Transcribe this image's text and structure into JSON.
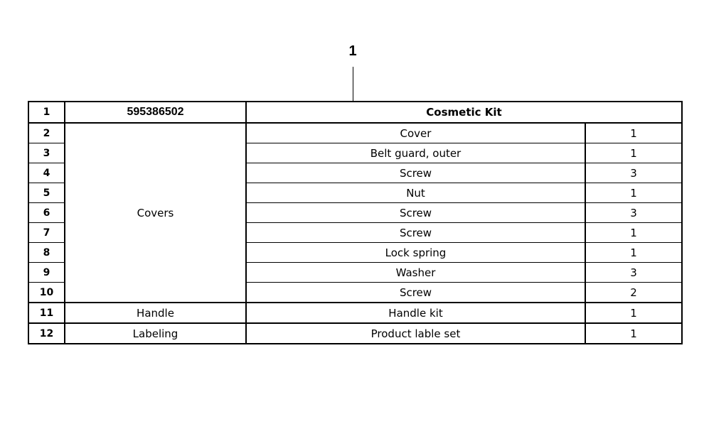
{
  "callout": "1",
  "header": {
    "ref": "1",
    "part_number": "595386502",
    "description": "Cosmetic Kit"
  },
  "groups": [
    {
      "name": "Covers",
      "rows": [
        {
          "ref": "2",
          "item": "Cover",
          "qty": "1"
        },
        {
          "ref": "3",
          "item": "Belt guard, outer",
          "qty": "1"
        },
        {
          "ref": "4",
          "item": "Screw",
          "qty": "3"
        },
        {
          "ref": "5",
          "item": "Nut",
          "qty": "1"
        },
        {
          "ref": "6",
          "item": "Screw",
          "qty": "3"
        },
        {
          "ref": "7",
          "item": "Screw",
          "qty": "1"
        },
        {
          "ref": "8",
          "item": "Lock spring",
          "qty": "1"
        },
        {
          "ref": "9",
          "item": "Washer",
          "qty": "3"
        },
        {
          "ref": "10",
          "item": "Screw",
          "qty": "2"
        }
      ]
    },
    {
      "name": "Handle",
      "rows": [
        {
          "ref": "11",
          "item": "Handle kit",
          "qty": "1"
        }
      ]
    },
    {
      "name": "Labeling",
      "rows": [
        {
          "ref": "12",
          "item": "Product lable set",
          "qty": "1"
        }
      ]
    }
  ]
}
